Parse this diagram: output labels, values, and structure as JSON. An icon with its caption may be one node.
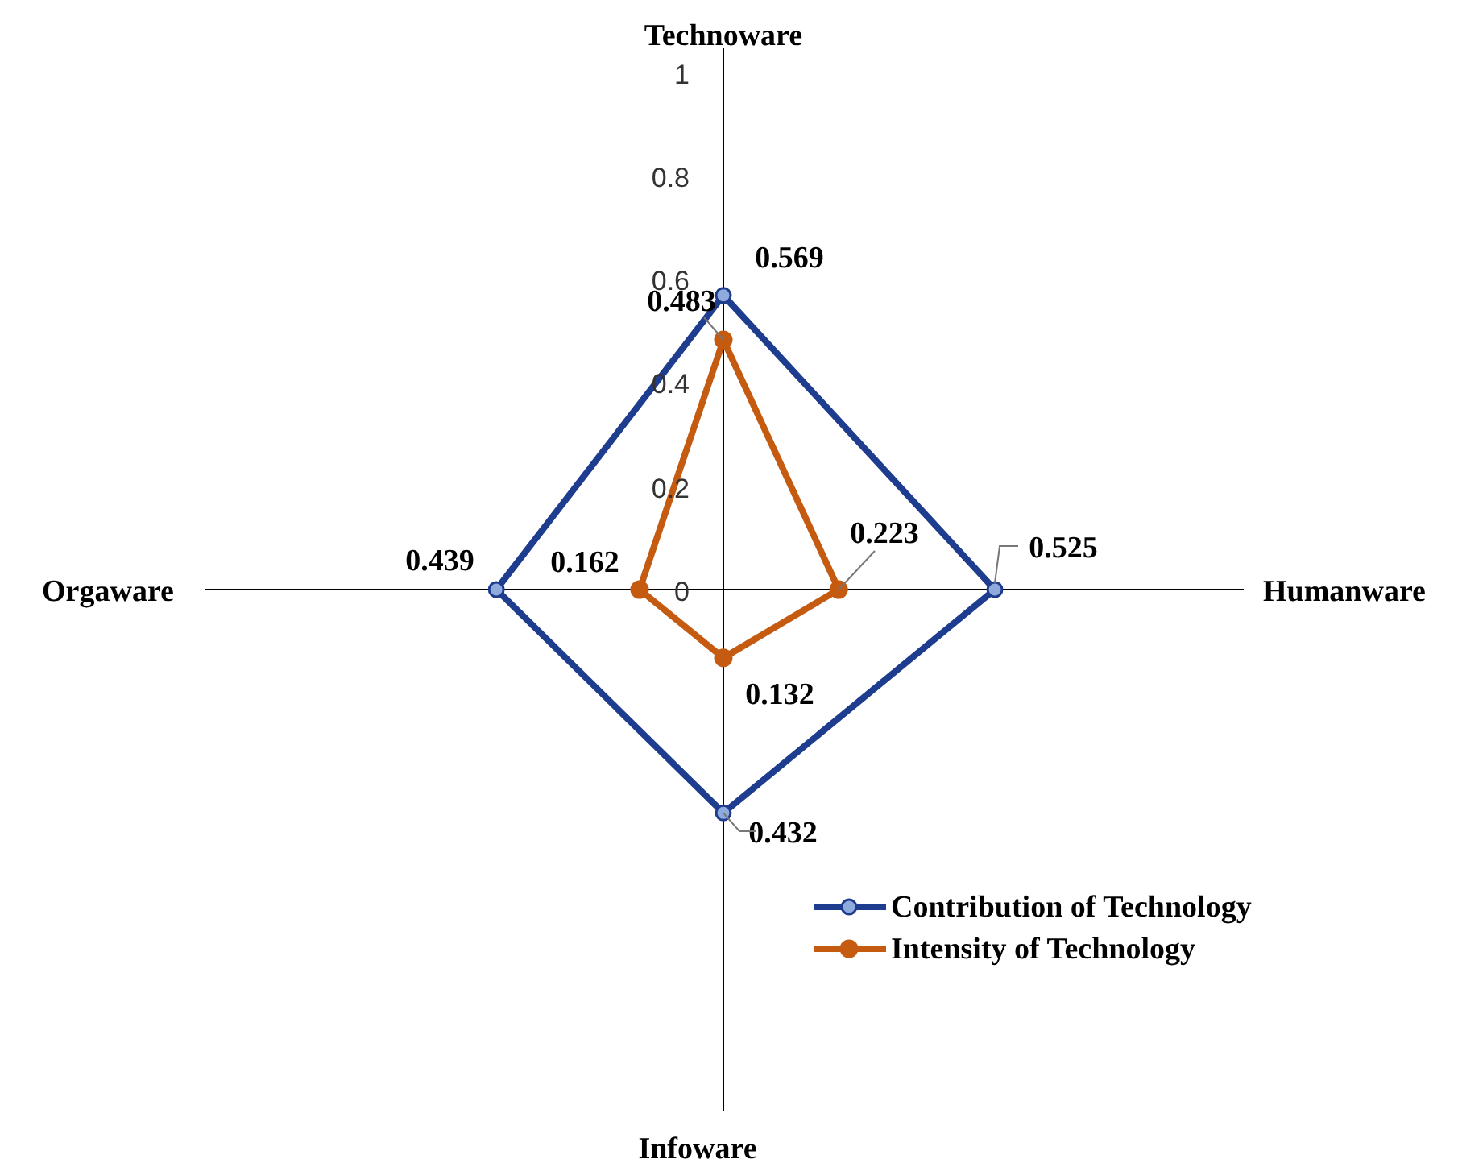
{
  "diagram": {
    "nodes": [
      {
        "text": [
          "0.483"
        ]
      },
      {
        "text": [
          "0.223"
        ]
      },
      {
        "text": [
          "0.525"
        ]
      },
      {
        "text": [
          "0.432"
        ]
      }
    ],
    "edges": [
      {
        "from": 0,
        "to": null,
        "arrow": "none"
      },
      {
        "from": 1,
        "to": null,
        "arrow": "none"
      },
      {
        "from": 2,
        "to": null,
        "arrow": "none"
      },
      {
        "from": 3,
        "to": null,
        "arrow": "none"
      }
    ],
    "labels": [
      "Technoware",
      "1",
      "0.8",
      "0.569",
      "0.6",
      "0.4",
      "0.2",
      "0.439",
      "0.162",
      "Orgaware",
      "0",
      "Humanware",
      "0.132",
      "Infoware"
    ],
    "legend": [
      {
        "text": "Contribution of Technology"
      },
      {
        "text": "Intensity of Technology"
      }
    ]
  }
}
